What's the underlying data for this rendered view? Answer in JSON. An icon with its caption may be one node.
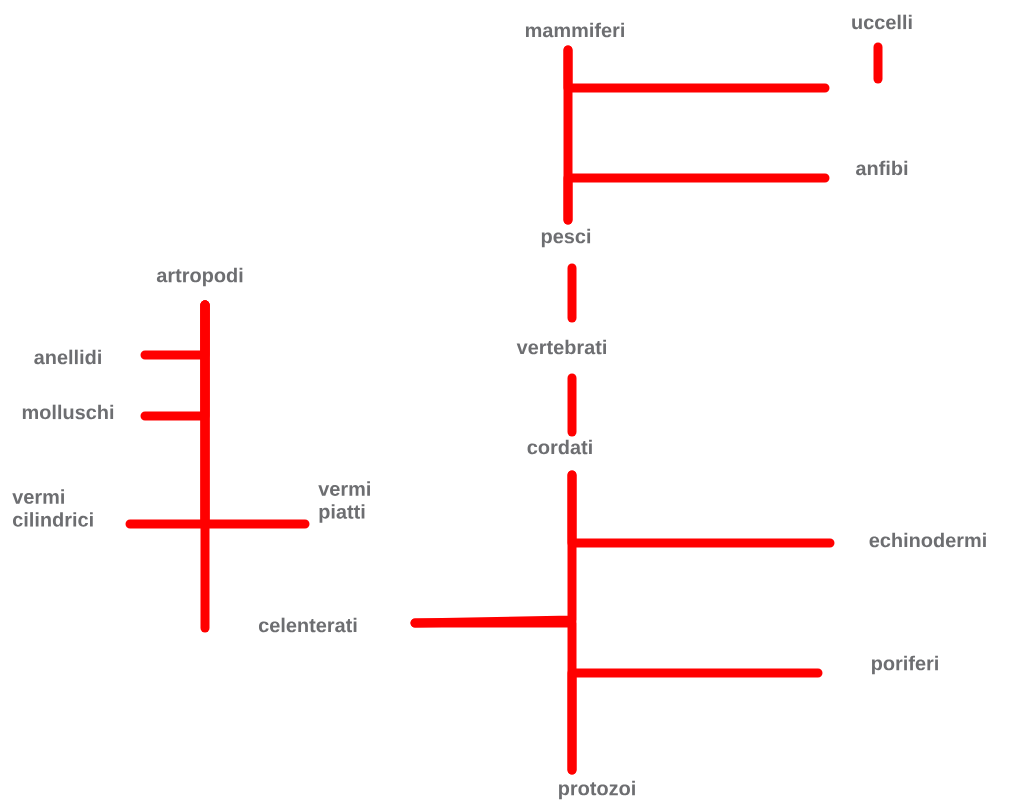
{
  "diagram": {
    "nodes": [
      {
        "text": [
          "mammiferi"
        ]
      },
      {
        "text": [
          "uccelli"
        ]
      },
      {
        "text": [
          "anfibi"
        ]
      },
      {
        "text": [
          "pesci"
        ]
      },
      {
        "text": [
          "artropodi"
        ]
      },
      {
        "text": [
          "vertebrati"
        ]
      },
      {
        "text": [
          "anellidi"
        ]
      },
      {
        "text": [
          "molluschi"
        ]
      },
      {
        "text": [
          "cordati"
        ]
      },
      {
        "text": [
          "vermi cilindrici"
        ]
      },
      {
        "text": [
          "vermi piatti"
        ]
      },
      {
        "text": [
          "echinodermi"
        ]
      },
      {
        "text": [
          "celenterati"
        ]
      },
      {
        "text": [
          "poriferi"
        ]
      },
      {
        "text": [
          "protozoi"
        ]
      }
    ],
    "edges": [
      {
        "from": 14,
        "to": 12,
        "arrow": "none"
      },
      {
        "from": 14,
        "to": 13,
        "arrow": "none"
      },
      {
        "from": 8,
        "to": 11,
        "arrow": "none"
      },
      {
        "from": 8,
        "to": 12,
        "arrow": "none"
      },
      {
        "from": 5,
        "to": 8,
        "arrow": "none"
      },
      {
        "from": 3,
        "to": 5,
        "arrow": "none"
      },
      {
        "from": 3,
        "to": 2,
        "arrow": "none"
      },
      {
        "from": 3,
        "to": 0,
        "arrow": "none"
      },
      {
        "from": 0,
        "to": 1,
        "arrow": "none"
      },
      {
        "from": 1,
        "to": null,
        "arrow": "none"
      },
      {
        "from": 4,
        "to": 6,
        "arrow": "none"
      },
      {
        "from": 4,
        "to": 7,
        "arrow": "none"
      },
      {
        "from": 4,
        "to": 9,
        "arrow": "none"
      },
      {
        "from": 4,
        "to": 10,
        "arrow": "none"
      },
      {
        "from": 12,
        "to": 4,
        "arrow": "none"
      }
    ]
  }
}
